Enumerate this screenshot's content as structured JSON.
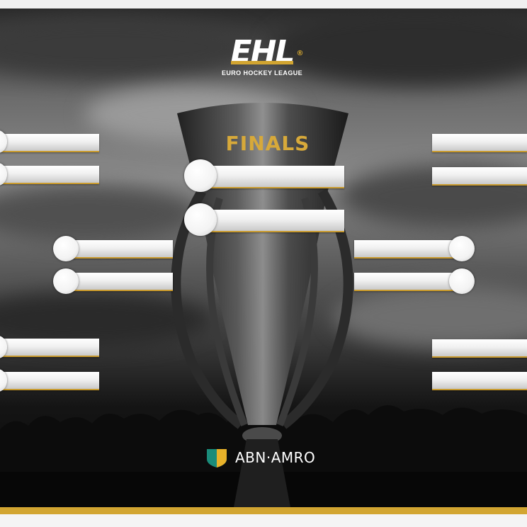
{
  "logo": {
    "mark": "EHL",
    "registered": "®",
    "tagline": "EURO HOCKEY LEAGUE"
  },
  "stage_title": "FINALS",
  "sponsor": {
    "name": "ABN·AMRO"
  },
  "colors": {
    "gold": "#d2a531",
    "slot_white": "#f1f1f1",
    "background_dark": "#141414"
  },
  "bracket": {
    "left_round1": [
      "",
      "",
      "",
      ""
    ],
    "left_semifinal": [
      "",
      ""
    ],
    "final": [
      "",
      ""
    ],
    "right_semifinal": [
      "",
      ""
    ],
    "right_round1": [
      "",
      "",
      "",
      ""
    ]
  }
}
